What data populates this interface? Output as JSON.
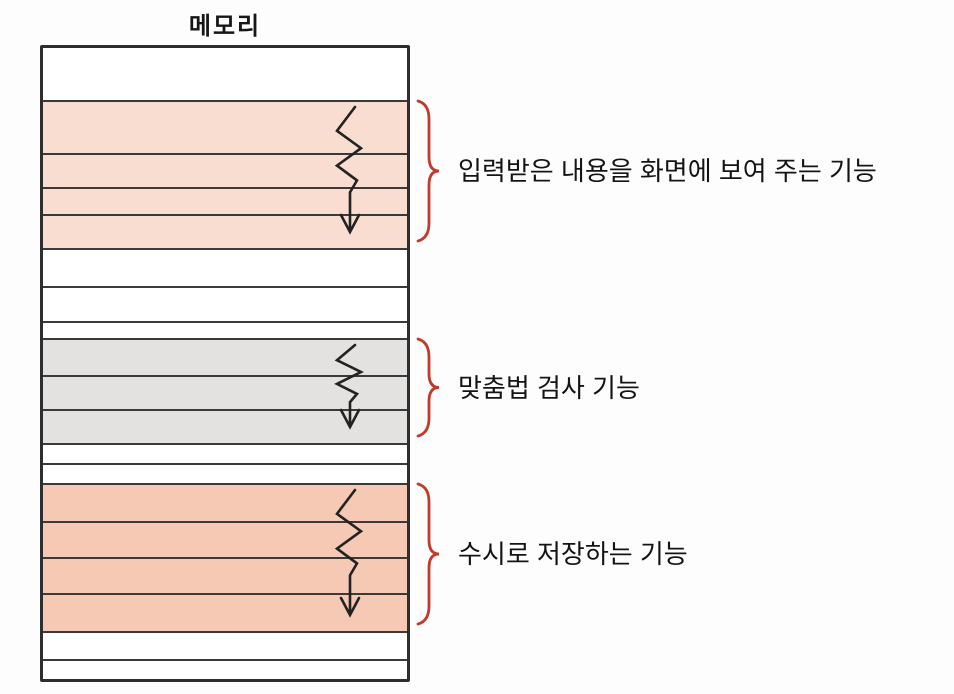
{
  "title": "메모리",
  "memory": {
    "palette": {
      "w": "#ffffff",
      "p": "#f8ddd0",
      "g": "#e3e2e0",
      "s": "#f5c9b4"
    },
    "rows": [
      "w",
      "p",
      "p",
      "p",
      "p",
      "w",
      "w",
      "w",
      "g",
      "g",
      "g",
      "w",
      "w",
      "s",
      "s",
      "s",
      "s",
      "w",
      "w"
    ],
    "line_color": "#3a3a3a",
    "border_color": "#2e2e2e"
  },
  "sections": [
    {
      "label": "입력받은 내용을 화면에 보여 주는 기능",
      "fill": "p"
    },
    {
      "label": "맞춤법 검사 기능",
      "fill": "g"
    },
    {
      "label": "수시로 저장하는 기능",
      "fill": "s"
    }
  ],
  "brace_color": "#c23a2b",
  "arrow_color": "#222222"
}
